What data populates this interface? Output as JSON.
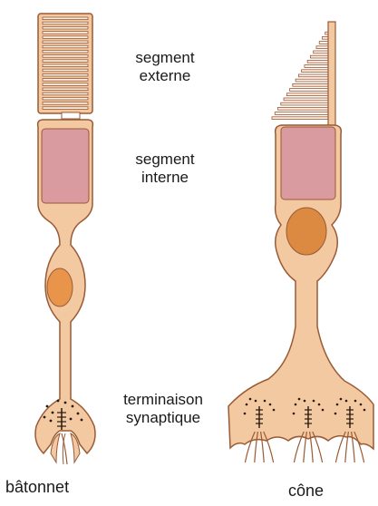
{
  "labels": {
    "outer_segment": [
      "segment",
      "externe"
    ],
    "inner_segment": [
      "segment",
      "interne"
    ],
    "synaptic_terminal": [
      "terminaison",
      "synaptique"
    ]
  },
  "captions": {
    "rod": "bâtonnet",
    "cone": "cône"
  },
  "colors": {
    "cell_body": "#f2c9a0",
    "outline": "#9a5a36",
    "inner_segment_fill": "#d99aa0",
    "rod_nucleus": "#e8944a",
    "cone_nucleus": "#dc8a42",
    "disc_fill": "#fbeee4",
    "dots": "#2a1a10"
  }
}
